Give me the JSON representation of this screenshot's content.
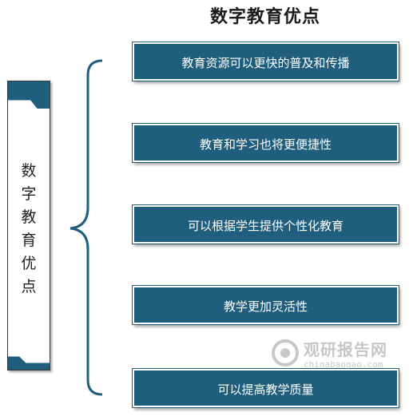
{
  "title": "数字教育优点",
  "side_label": [
    "数",
    "字",
    "教",
    "育",
    "优",
    "点"
  ],
  "items": [
    {
      "label": "教育资源可以更快的普及和传播"
    },
    {
      "label": "教育和学习也将更便捷性"
    },
    {
      "label": "可以根据学生提供个性化教育"
    },
    {
      "label": "教学更加灵活性"
    },
    {
      "label": "可以提高教学质量"
    }
  ],
  "watermark": {
    "name": "观研报告网",
    "url": "chinabaogao.com"
  },
  "colors": {
    "box": "#1f5e7d",
    "accent": "#1f5e7d"
  }
}
